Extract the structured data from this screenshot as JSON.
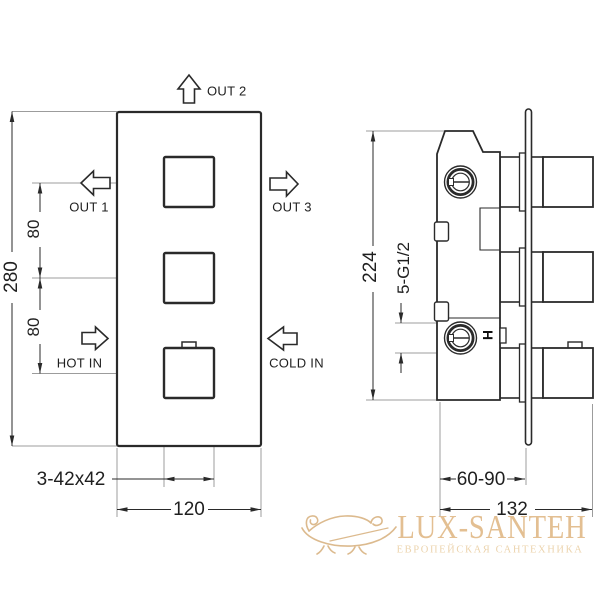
{
  "front_view": {
    "flow_labels": {
      "out2": "OUT 2",
      "out1": "OUT 1",
      "out3": "OUT 3",
      "hot_in": "HOT IN",
      "cold_in": "COLD IN"
    },
    "dimensions": {
      "height": "280",
      "port_spacing_upper": "80",
      "port_spacing_lower": "80",
      "handles": "3-42x42",
      "width": "120"
    }
  },
  "side_view": {
    "dimensions": {
      "height": "224",
      "thread_ports": "5-G1/2",
      "mounting_depth_range": "60-90",
      "total_depth": "132"
    },
    "hot_marker": "H"
  },
  "watermark": {
    "brand": "LUX-SANTEH",
    "tagline": "ЕВРОПЕЙСКАЯ САНТЕХНИКА"
  },
  "colors": {
    "line": "#2a2a2a",
    "thin_line": "#9c9c9c",
    "watermark_text": "#e3bf92",
    "watermark_logo": "#dcba8e"
  }
}
